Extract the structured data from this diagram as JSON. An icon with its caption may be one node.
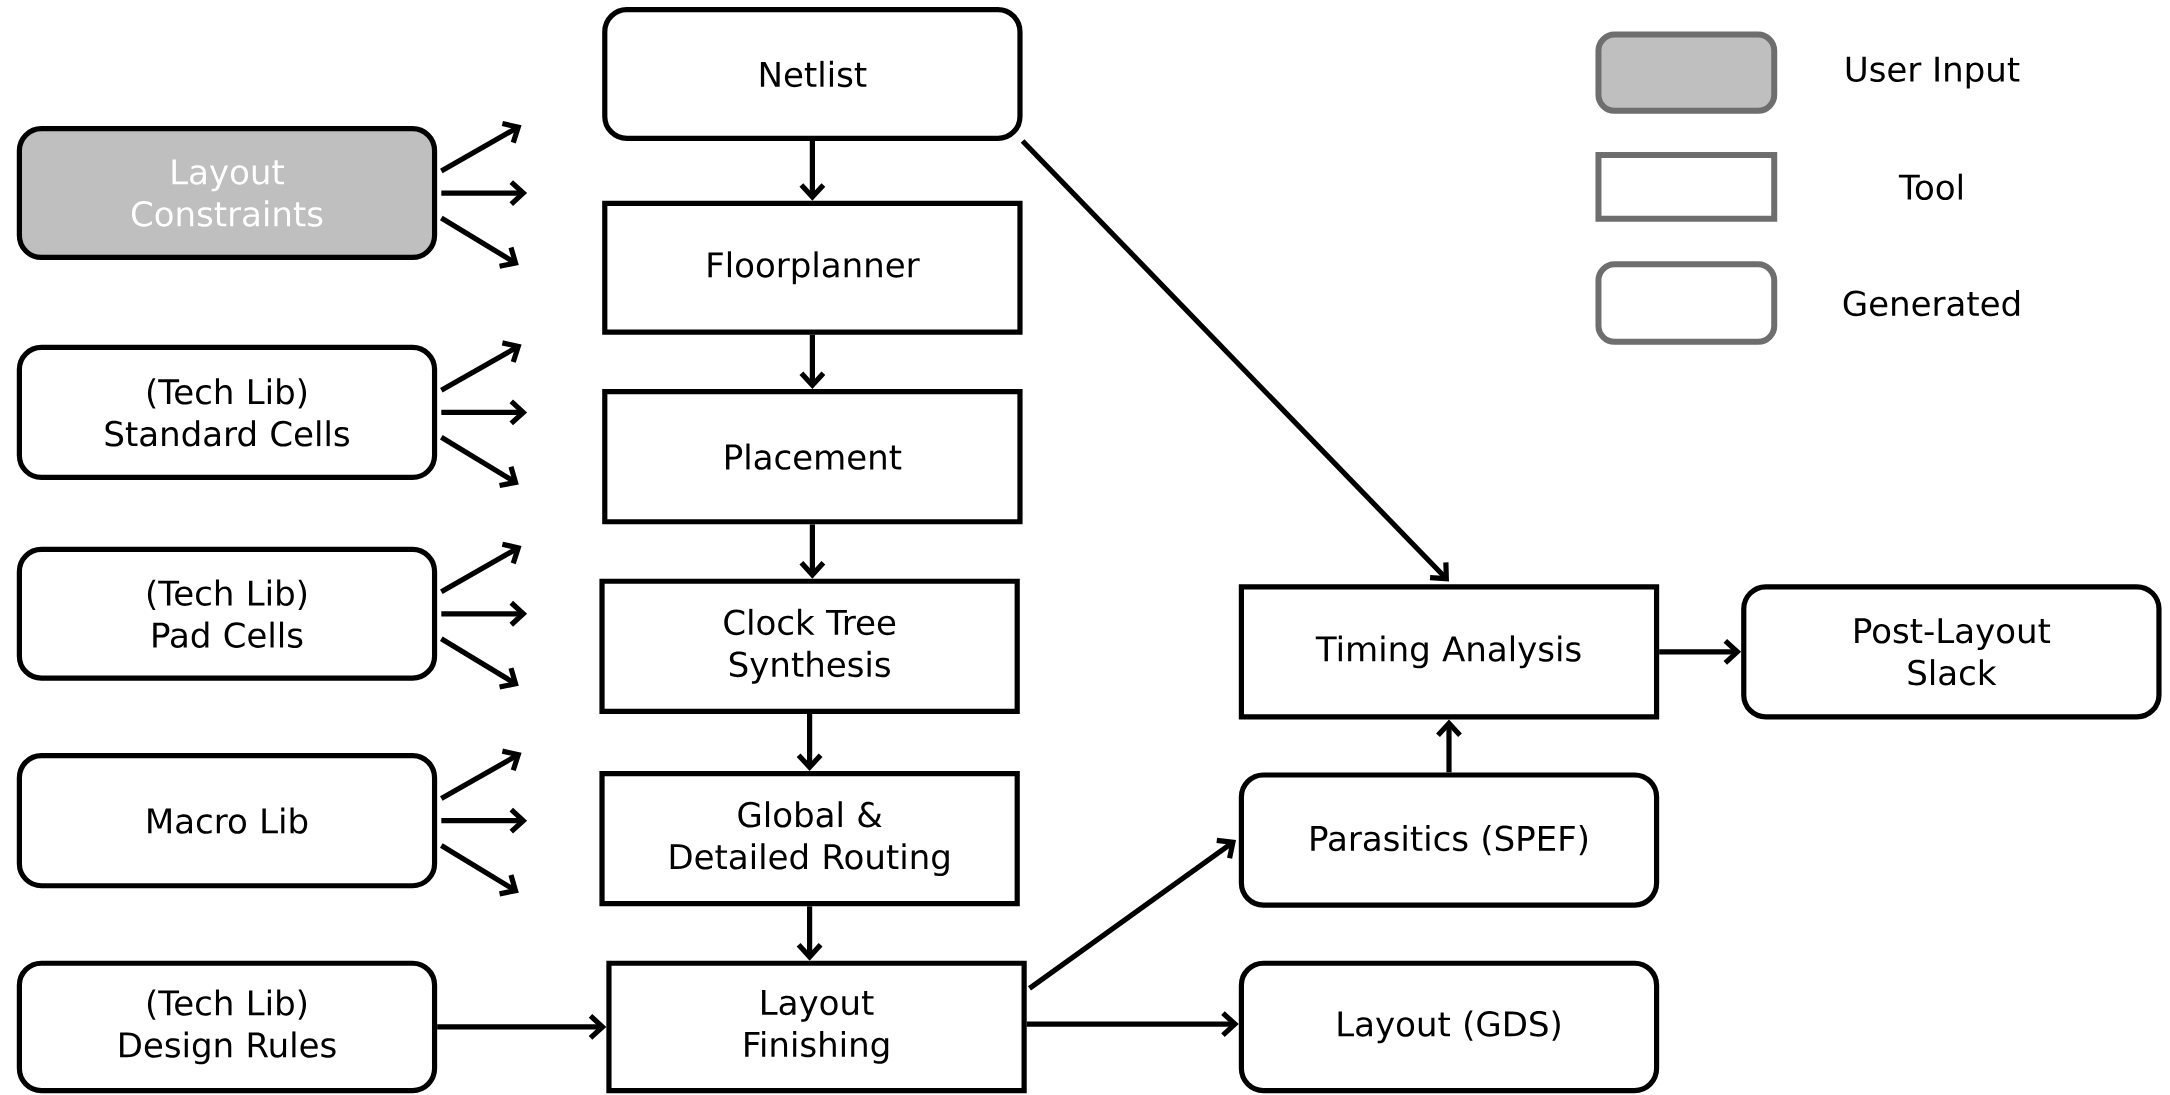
{
  "diagram": {
    "nodes": [
      {
        "text": [
          "Netlist"
        ]
      },
      {
        "text": [
          "Layout Constraints"
        ]
      },
      {
        "text": [
          "Floorplanner"
        ]
      },
      {
        "text": [
          "(Tech Lib) Standard Cells"
        ]
      },
      {
        "text": [
          "Placement"
        ]
      },
      {
        "text": [
          "(Tech Lib) Pad Cells"
        ]
      },
      {
        "text": [
          "Clock Tree Synthesis"
        ]
      },
      {
        "text": [
          "Timing Analysis"
        ]
      },
      {
        "text": [
          "Post-Layout Slack"
        ]
      },
      {
        "text": [
          "Macro Lib"
        ]
      },
      {
        "text": [
          "Global & Detailed Routing"
        ]
      },
      {
        "text": [
          "Parasitics (SPEF)"
        ]
      },
      {
        "text": [
          "(Tech Lib) Design Rules"
        ]
      },
      {
        "text": [
          "Layout Finishing"
        ]
      },
      {
        "text": [
          "Layout (GDS)"
        ]
      }
    ],
    "edges": [
      {
        "from": 0,
        "to": 2,
        "arrow": "to"
      },
      {
        "from": 2,
        "to": 4,
        "arrow": "to"
      },
      {
        "from": 4,
        "to": 6,
        "arrow": "to"
      },
      {
        "from": 6,
        "to": 10,
        "arrow": "to"
      },
      {
        "from": 10,
        "to": 13,
        "arrow": "to"
      },
      {
        "from": 12,
        "to": 13,
        "arrow": "to"
      },
      {
        "from": 13,
        "to": 11,
        "arrow": "to"
      },
      {
        "from": 13,
        "to": 14,
        "arrow": "to"
      },
      {
        "from": 11,
        "to": 7,
        "arrow": "to"
      },
      {
        "from": 0,
        "to": 7,
        "arrow": "to"
      },
      {
        "from": 7,
        "to": 8,
        "arrow": "to"
      },
      {
        "from": 1,
        "to": null,
        "arrow": "to"
      },
      {
        "from": 1,
        "to": null,
        "arrow": "to"
      },
      {
        "from": 1,
        "to": null,
        "arrow": "to"
      },
      {
        "from": 3,
        "to": null,
        "arrow": "to"
      },
      {
        "from": 3,
        "to": null,
        "arrow": "to"
      },
      {
        "from": 3,
        "to": null,
        "arrow": "to"
      },
      {
        "from": 5,
        "to": null,
        "arrow": "to"
      },
      {
        "from": 5,
        "to": null,
        "arrow": "to"
      },
      {
        "from": 5,
        "to": null,
        "arrow": "to"
      },
      {
        "from": 9,
        "to": null,
        "arrow": "to"
      },
      {
        "from": 9,
        "to": null,
        "arrow": "to"
      },
      {
        "from": 9,
        "to": null,
        "arrow": "to"
      }
    ],
    "legend": [
      {
        "text": "User Input",
        "color": "#bfbfbf"
      },
      {
        "text": "Tool"
      },
      {
        "text": "Generated"
      }
    ]
  }
}
